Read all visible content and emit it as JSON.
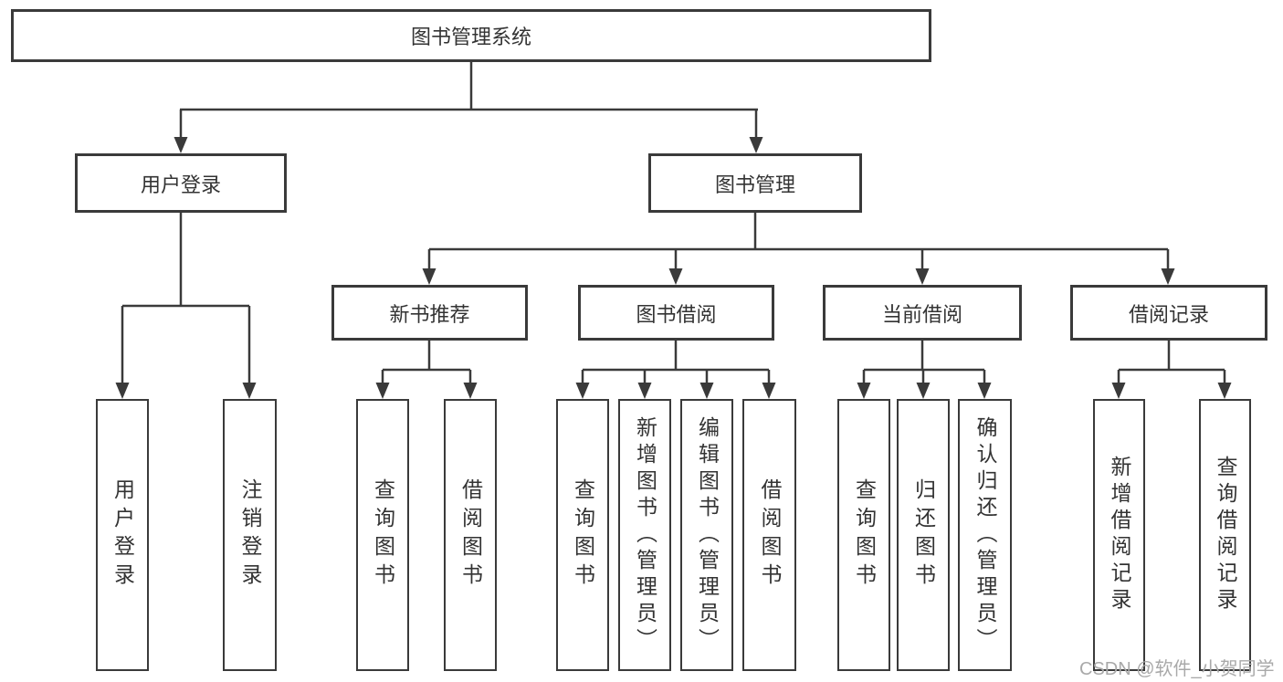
{
  "tree": {
    "root": "图书管理系统",
    "children": [
      {
        "label": "用户登录",
        "children": [
          "用户登录",
          "注销登录"
        ]
      },
      {
        "label": "图书管理",
        "children": [
          {
            "label": "新书推荐",
            "children": [
              "查询图书",
              "借阅图书"
            ]
          },
          {
            "label": "图书借阅",
            "children": [
              "查询图书",
              "新增图书（管理员）",
              "编辑图书（管理员）",
              "借阅图书"
            ]
          },
          {
            "label": "当前借阅",
            "children": [
              "查询图书",
              "归还图书",
              "确认归还（管理员）"
            ]
          },
          {
            "label": "借阅记录",
            "children": [
              "新增借阅记录",
              "查询借阅记录"
            ]
          }
        ]
      }
    ]
  },
  "watermark": {
    "text": "CSDN @软件_小贺同学"
  },
  "colors": {
    "line": "#3a3a3a",
    "text": "#333333",
    "box_background": "#ffffff",
    "watermark": "#a9a9a9"
  }
}
